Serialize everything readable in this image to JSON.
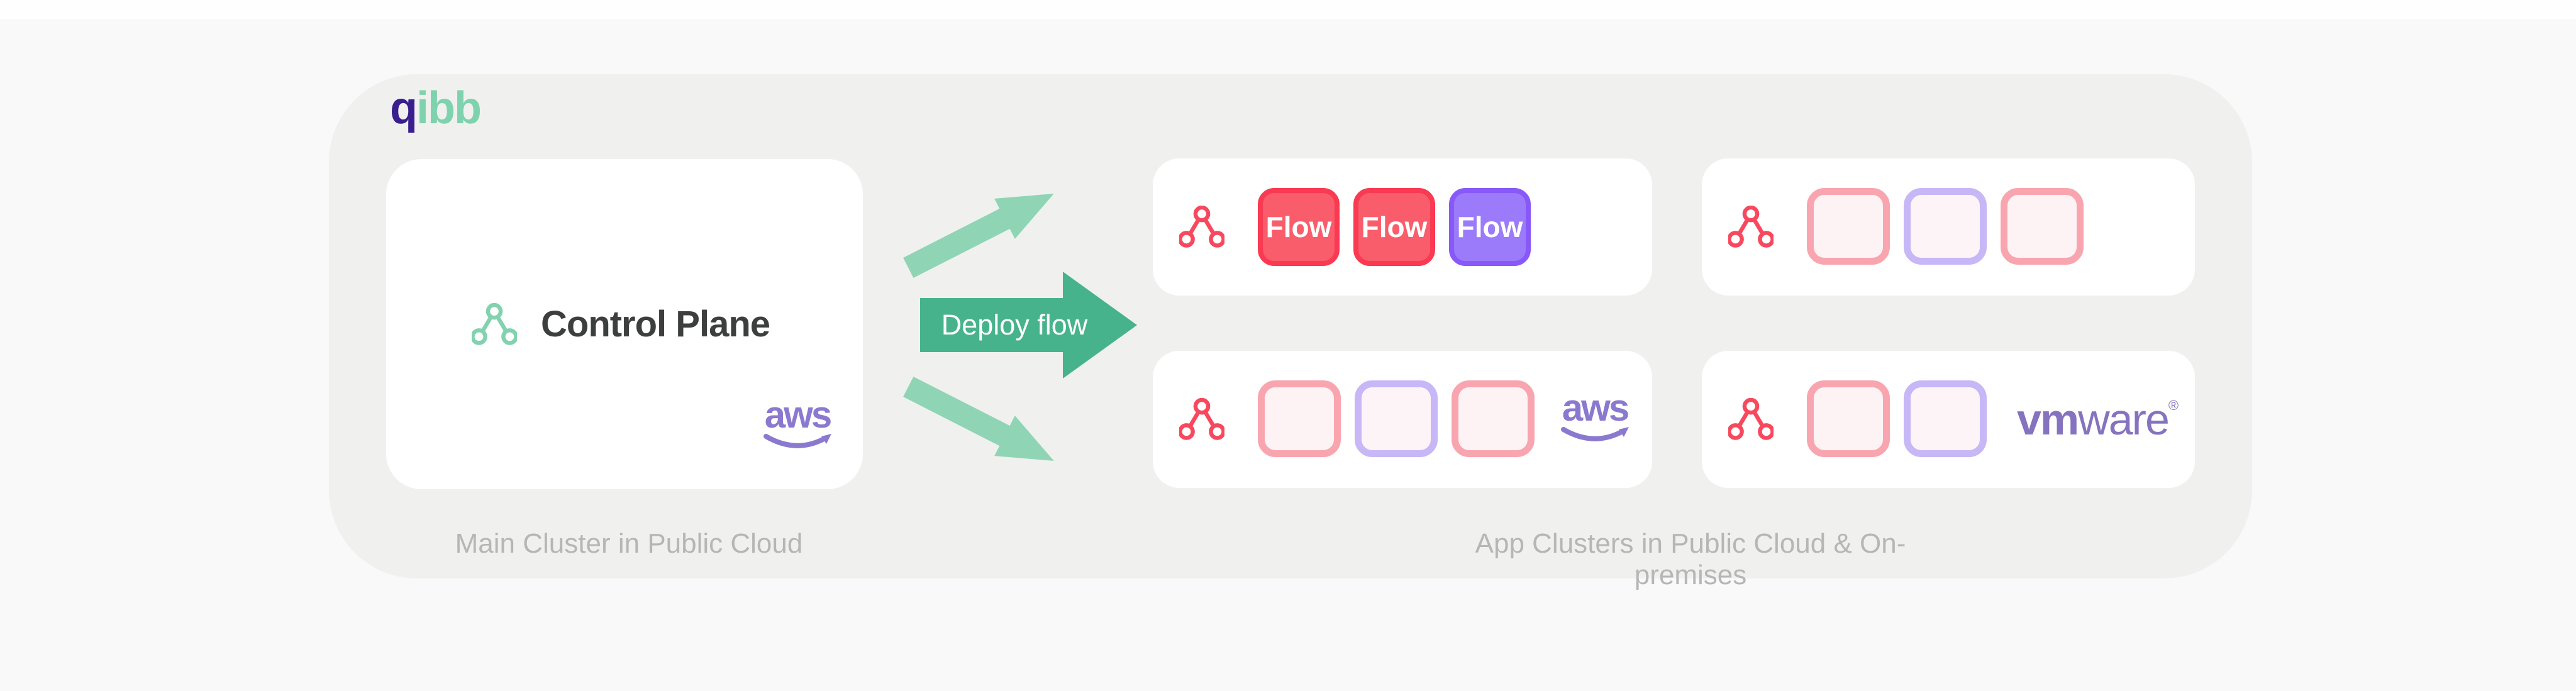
{
  "page": {
    "logo": {
      "q": "q",
      "ibb": "ibb"
    },
    "control_plane": {
      "label": "Control Plane"
    },
    "deploy_arrow_label": "Deploy flow",
    "captions": {
      "main": "Main Cluster in Public Cloud",
      "apps": "App Clusters in Public Cloud & On-premises"
    },
    "providers": {
      "aws": "aws",
      "vmware_bold": "vm",
      "vmware_rest": "ware",
      "vmware_reg": "®"
    }
  },
  "clusters": [
    {
      "name": "app-cluster-flows",
      "flows": [
        {
          "label": "Flow",
          "color": "red"
        },
        {
          "label": "Flow",
          "color": "red"
        },
        {
          "label": "Flow",
          "color": "purple"
        }
      ],
      "provider": ""
    },
    {
      "name": "app-cluster-empty",
      "placeholders": [
        "pink",
        "purple",
        "pink"
      ],
      "provider": ""
    },
    {
      "name": "app-cluster-aws",
      "placeholders": [
        "pink",
        "purple",
        "pink"
      ],
      "provider": "aws"
    },
    {
      "name": "app-cluster-vmware",
      "placeholders": [
        "pink",
        "purple"
      ],
      "provider": "vmware"
    }
  ],
  "colors": {
    "background": "#f8f9f8",
    "panel": "#f0f1ef",
    "accent_green": "#47b38d",
    "light_green": "#8fd5b5",
    "node_red": "#f8485e",
    "node_mint": "#82d2af",
    "badge_red": "#f95d6b",
    "badge_red_border": "#f93a52",
    "badge_purple": "#9b7bfa",
    "badge_purple_border": "#8859f8",
    "placeholder_pink_border": "#f9a5af",
    "placeholder_purple_border": "#c7b7f7",
    "aws_purple": "#8b79d0",
    "vmware_purple": "#8573bf",
    "qibb_indigo": "#3a1d8e",
    "qibb_mint": "#7fd2ae",
    "caption_gray": "#b5b6b5"
  }
}
